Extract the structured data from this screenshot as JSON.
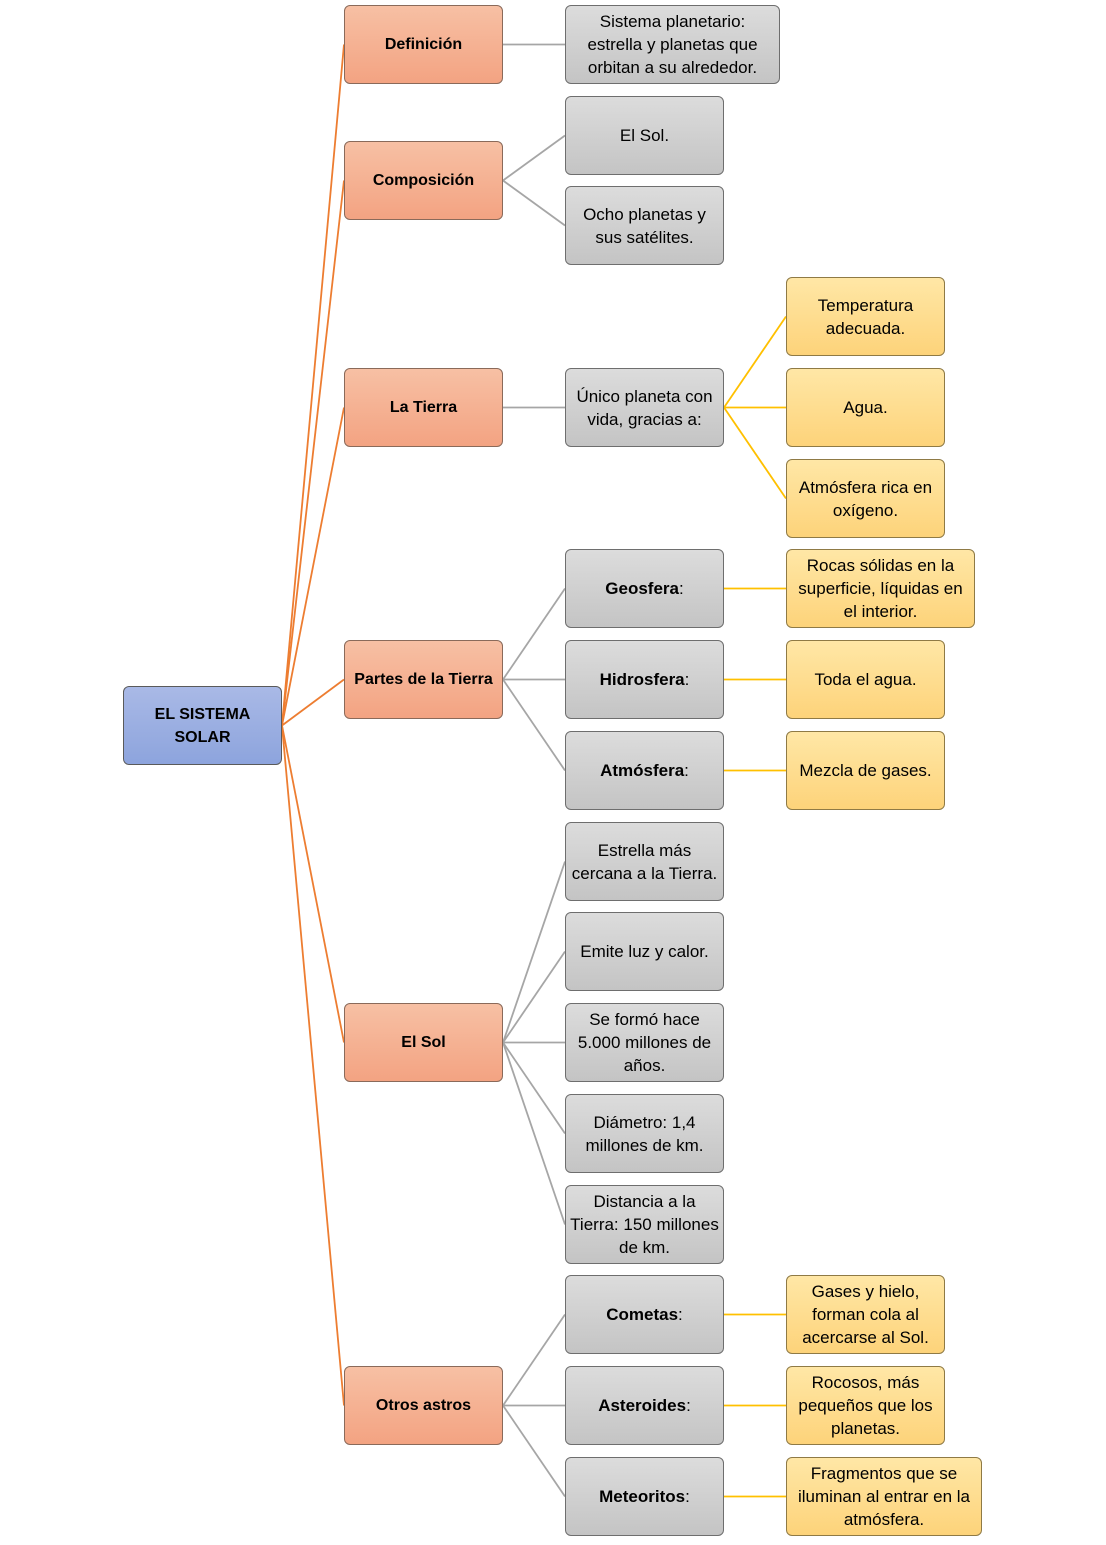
{
  "root": {
    "label": "EL SISTEMA SOLAR"
  },
  "branches": [
    {
      "label": "Definición",
      "children": [
        {
          "text": "Sistema planetario: estrella y planetas que orbitan a su alrededor."
        }
      ]
    },
    {
      "label": "Composición",
      "children": [
        {
          "text": "El Sol."
        },
        {
          "text": "Ocho planetas y sus satélites."
        }
      ]
    },
    {
      "label": "La Tierra",
      "children": [
        {
          "text": "Único planeta con vida, gracias a:",
          "children": [
            {
              "text": "Temperatura adecuada."
            },
            {
              "text": "Agua."
            },
            {
              "text": "Atmósfera rica en oxígeno."
            }
          ]
        }
      ]
    },
    {
      "label": "Partes de la Tierra",
      "children": [
        {
          "term": "Geosfera",
          "suffix": ":",
          "children": [
            {
              "text": "Rocas sólidas en la superficie, líquidas en el interior."
            }
          ]
        },
        {
          "term": "Hidrosfera",
          "suffix": ":",
          "children": [
            {
              "text": "Toda el agua."
            }
          ]
        },
        {
          "term": "Atmósfera",
          "suffix": ":",
          "children": [
            {
              "text": "Mezcla de gases."
            }
          ]
        }
      ]
    },
    {
      "label": "El Sol",
      "children": [
        {
          "text": "Estrella más cercana a la Tierra."
        },
        {
          "text": "Emite luz y calor."
        },
        {
          "text": "Se formó hace 5.000 millones de años."
        },
        {
          "text": "Diámetro: 1,4 millones de km."
        },
        {
          "text": "Distancia a la Tierra: 150 millones de km."
        }
      ]
    },
    {
      "label": "Otros astros",
      "children": [
        {
          "term": "Cometas",
          "suffix": ":",
          "children": [
            {
              "text": "Gases y hielo, forman cola al acercarse al Sol."
            }
          ]
        },
        {
          "term": "Asteroides",
          "suffix": ":",
          "children": [
            {
              "text": "Rocosos, más pequeños que los planetas."
            }
          ]
        },
        {
          "term": "Meteoritos",
          "suffix": ":",
          "children": [
            {
              "text": "Fragmentos que se iluminan al entrar en la atmósfera."
            }
          ]
        }
      ]
    }
  ],
  "colors": {
    "root_fill": "#8fa5dd",
    "branch_fill": "#f4a886",
    "leaf_fill": "#c8c8c8",
    "detail_fill": "#fdd57f",
    "root_line": "#ed7d31",
    "leaf_line": "#a6a6a6",
    "detail_line": "#ffc000"
  }
}
